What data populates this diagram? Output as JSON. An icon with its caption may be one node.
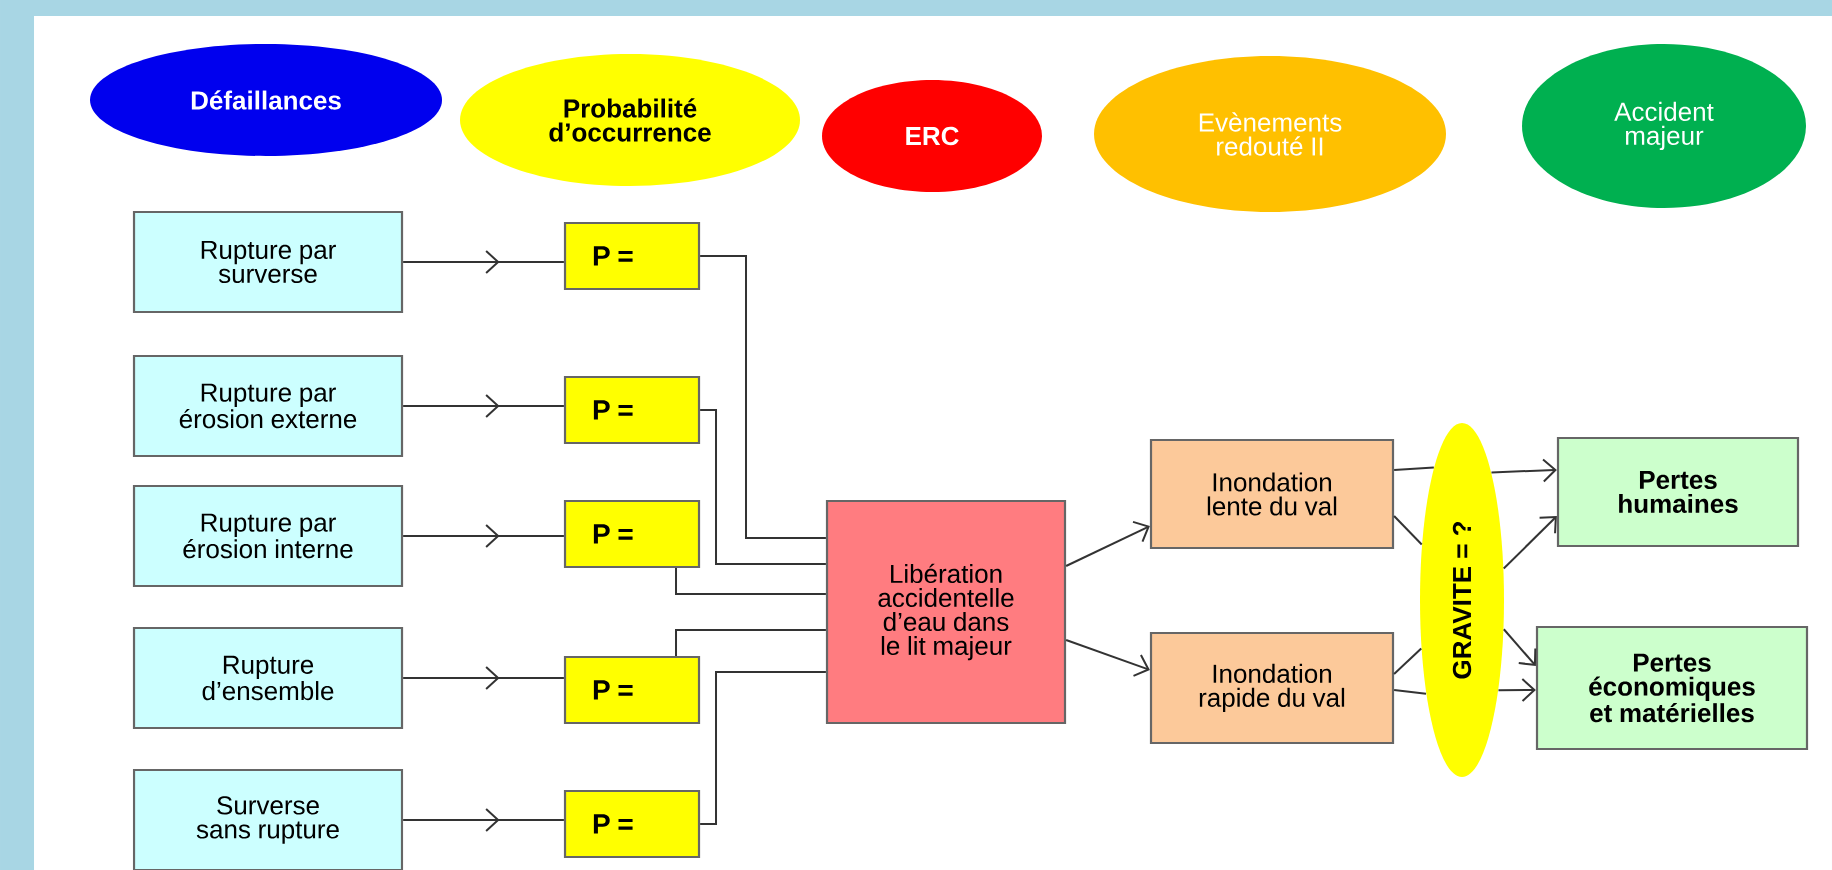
{
  "diagram": {
    "nodes": [
      {
        "text": [
          "Défaillances"
        ]
      },
      {
        "text": [
          "Probabilité d’occurrence"
        ]
      },
      {
        "text": [
          "ERC"
        ]
      },
      {
        "text": [
          "Evènements redouté II"
        ]
      },
      {
        "text": [
          "Accident majeur"
        ]
      },
      {
        "text": [
          "Rupture par surverse"
        ]
      },
      {
        "text": [
          "P ="
        ]
      },
      {
        "text": [
          "Rupture par érosion externe"
        ]
      },
      {
        "text": [
          "P ="
        ]
      },
      {
        "text": [
          "Rupture par érosion interne"
        ]
      },
      {
        "text": [
          "P ="
        ]
      },
      {
        "text": [
          "Rupture d’ensemble"
        ]
      },
      {
        "text": [
          "P ="
        ]
      },
      {
        "text": [
          "Surverse sans rupture"
        ]
      },
      {
        "text": [
          "P ="
        ]
      },
      {
        "text": [
          "Libération accidentelle d’eau dans le lit majeur"
        ]
      },
      {
        "text": [
          "Inondation lente du val"
        ]
      },
      {
        "text": [
          "Inondation rapide du val"
        ]
      },
      {
        "text": [
          "GRAVITE = ?"
        ]
      },
      {
        "text": [
          "Pertes humaines"
        ]
      },
      {
        "text": [
          "Pertes économiques et matérielles"
        ]
      }
    ],
    "edges": [
      {
        "from": 5,
        "to": 6,
        "arrow": "to"
      },
      {
        "from": 7,
        "to": 8,
        "arrow": "to"
      },
      {
        "from": 9,
        "to": 10,
        "arrow": "to"
      },
      {
        "from": 11,
        "to": 12,
        "arrow": "to"
      },
      {
        "from": 13,
        "to": 14,
        "arrow": "to"
      },
      {
        "from": 6,
        "to": 15,
        "arrow": "none"
      },
      {
        "from": 8,
        "to": 15,
        "arrow": "none"
      },
      {
        "from": 10,
        "to": 15,
        "arrow": "none"
      },
      {
        "from": 12,
        "to": 15,
        "arrow": "none"
      },
      {
        "from": 14,
        "to": 15,
        "arrow": "none"
      },
      {
        "from": 15,
        "to": 16,
        "arrow": "to"
      },
      {
        "from": 15,
        "to": 17,
        "arrow": "to"
      },
      {
        "from": 16,
        "to": 18,
        "arrow": "none"
      },
      {
        "from": 16,
        "to": 18,
        "arrow": "none"
      },
      {
        "from": 17,
        "to": 18,
        "arrow": "none"
      },
      {
        "from": 17,
        "to": 18,
        "arrow": "none"
      },
      {
        "from": 18,
        "to": 19,
        "arrow": "to"
      },
      {
        "from": 18,
        "to": 19,
        "arrow": "to"
      },
      {
        "from": 18,
        "to": 20,
        "arrow": "to"
      },
      {
        "from": 18,
        "to": 20,
        "arrow": "to"
      }
    ]
  }
}
